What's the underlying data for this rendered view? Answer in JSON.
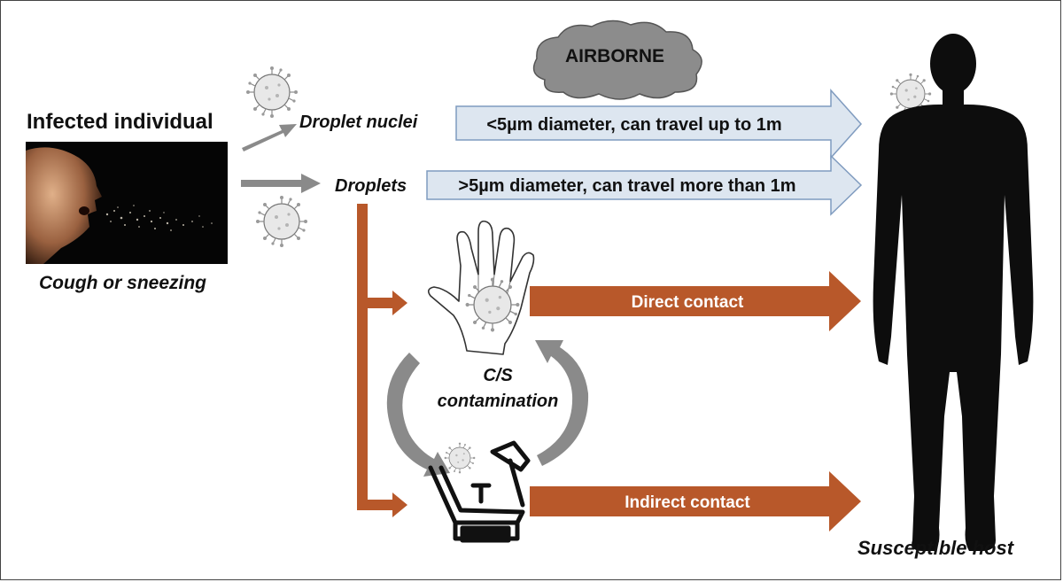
{
  "labels": {
    "infected_individual": "Infected individual",
    "cough_or_sneezing": "Cough or sneezing",
    "droplet_nuclei": "Droplet nuclei",
    "droplets": "Droplets",
    "airborne": "AIRBORNE",
    "nuclei_arrow": "<5µm diameter, can travel up to 1m",
    "droplets_arrow": ">5µm diameter, can travel more than 1m",
    "direct_contact": "Direct contact",
    "indirect_contact": "Indirect contact",
    "cs_line1": "C/S",
    "cs_line2": "contamination",
    "susceptible_host": "Susceptible host"
  },
  "colors": {
    "orange": "#b8582a",
    "blue_arrow_fill": "#dde6f0",
    "blue_arrow_stroke": "#7f9bbf",
    "grey_arrow": "#8a8a8a",
    "cloud": "#8c8c8c",
    "silhouette": "#0d0d0d"
  },
  "icons": [
    "virus-icon",
    "hand-icon",
    "dental-chair-icon",
    "cloud-icon",
    "human-silhouette-icon"
  ]
}
